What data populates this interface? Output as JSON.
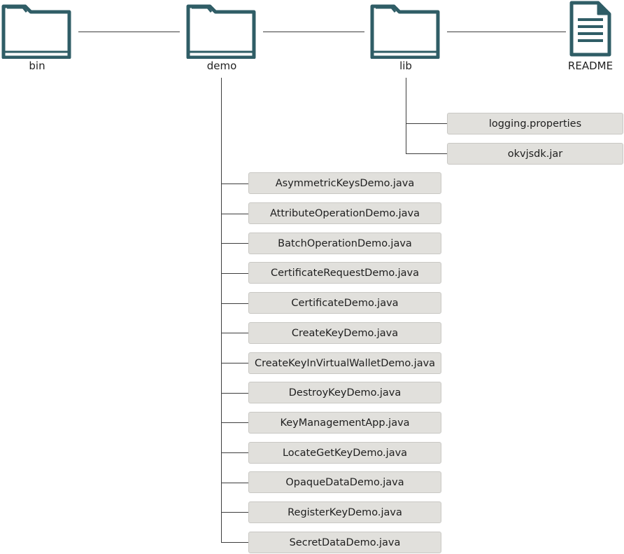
{
  "colors": {
    "icon_stroke": "#2f5d66",
    "connector": "#3d3d3d",
    "file_box_fill": "#e1e0dc",
    "file_box_border": "#c9c8c4",
    "text": "#1e1e1e"
  },
  "top_nodes": [
    {
      "label": "bin",
      "icon": "folder-icon"
    },
    {
      "label": "demo",
      "icon": "folder-icon"
    },
    {
      "label": "lib",
      "icon": "folder-icon"
    },
    {
      "label": "README",
      "icon": "document-icon"
    }
  ],
  "lib_files": [
    "logging.properties",
    "okvjsdk.jar"
  ],
  "demo_files": [
    "AsymmetricKeysDemo.java",
    "AttributeOperationDemo.java",
    "BatchOperationDemo.java",
    "CertificateRequestDemo.java",
    "CertificateDemo.java",
    "CreateKeyDemo.java",
    "CreateKeyInVirtualWalletDemo.java",
    "DestroyKeyDemo.java",
    "KeyManagementApp.java",
    "LocateGetKeyDemo.java",
    "OpaqueDataDemo.java",
    "RegisterKeyDemo.java",
    "SecretDataDemo.java"
  ]
}
